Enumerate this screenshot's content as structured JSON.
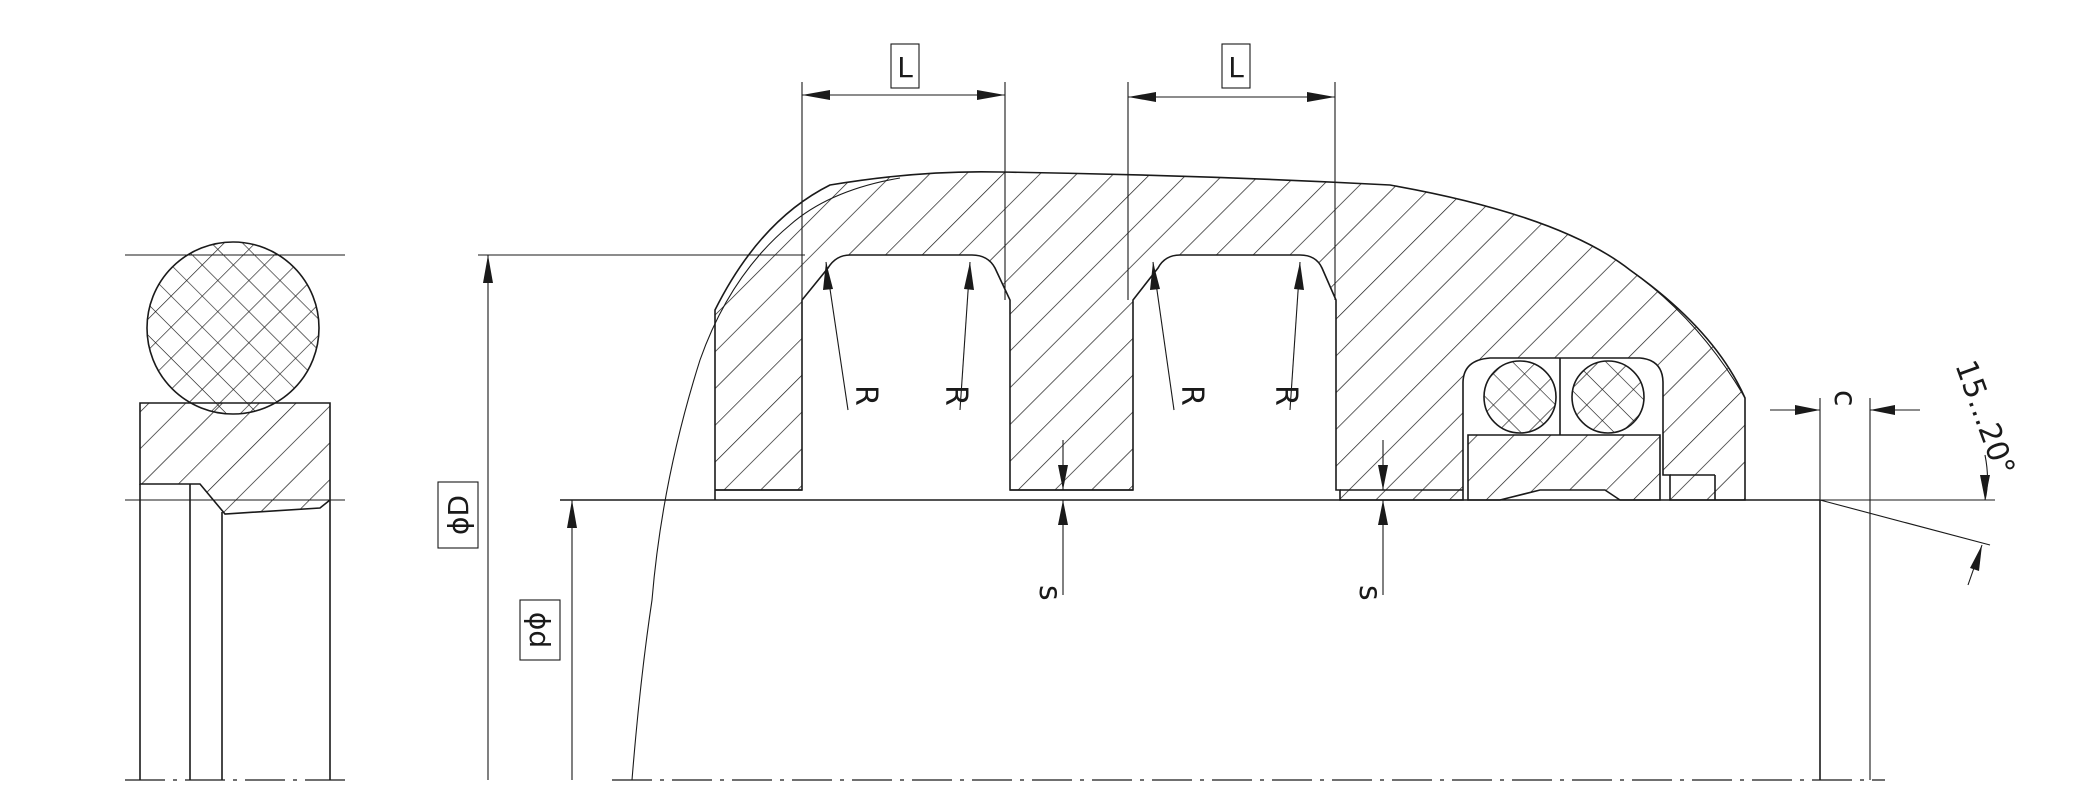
{
  "labels": {
    "length_left": "L",
    "length_right": "L",
    "radius": "R",
    "clearance": "s",
    "diameter_outer": "ϕD",
    "diameter_inner": "ϕd",
    "chamfer": "c",
    "angle": "15...20°"
  },
  "colors": {
    "line": "#1a1a1a",
    "background": "#ffffff"
  }
}
